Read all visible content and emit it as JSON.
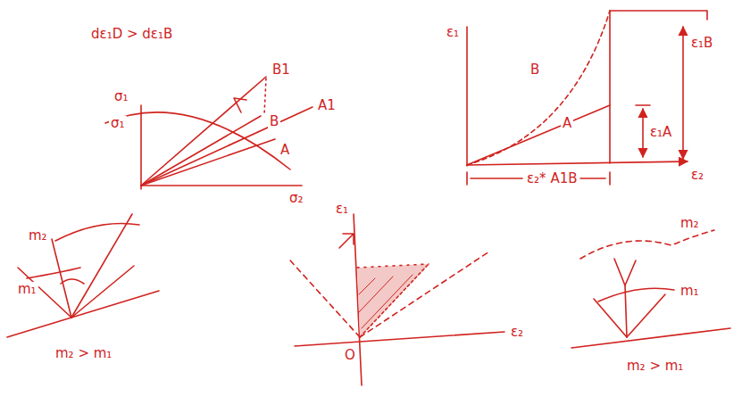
{
  "diagram": {
    "labels": [
      "dε₁D > dε₁B",
      "B1",
      "σ₁",
      "σ₁",
      "A1",
      "B",
      "A",
      "σ₂",
      "ε₁",
      "B",
      "A",
      "ε₁B",
      "ε₁A",
      "ε₂",
      "ε₂* A1B",
      "m₂",
      "m₁",
      "m₂ > m₁",
      "ε₁",
      "O",
      "ε₂",
      "m₂",
      "m₁",
      "m₂ > m₁"
    ]
  }
}
